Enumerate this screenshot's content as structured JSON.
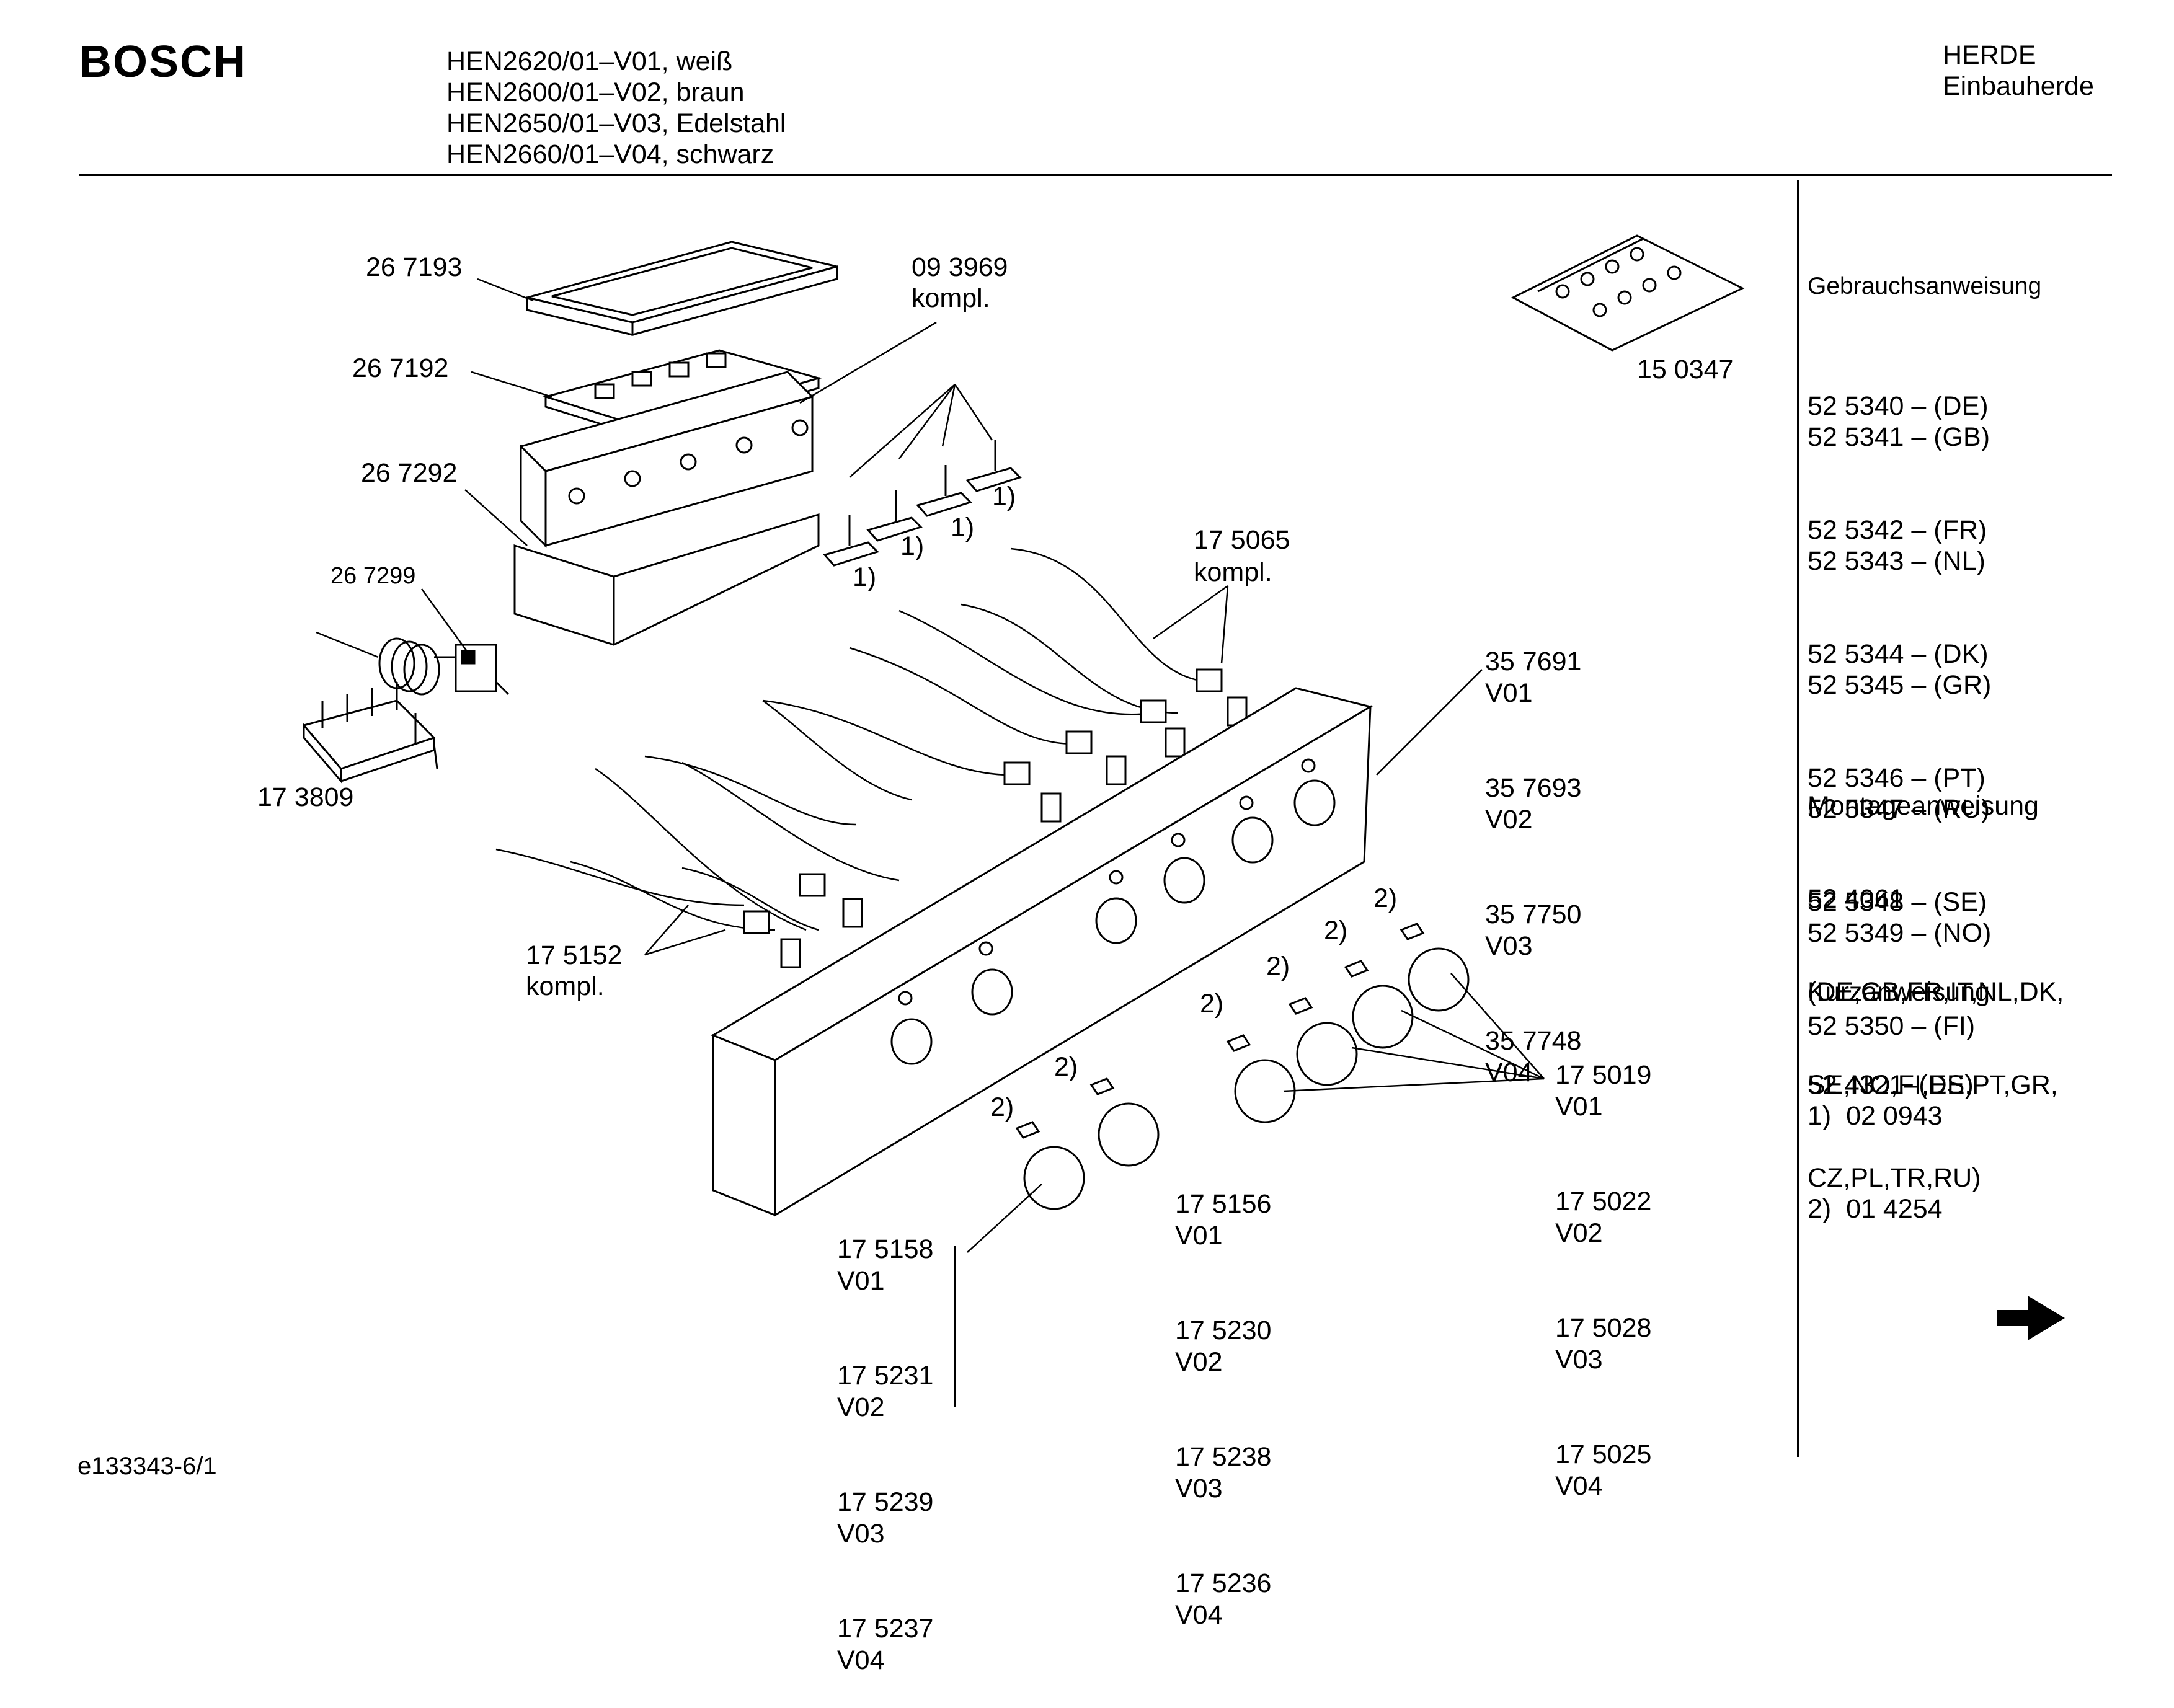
{
  "header": {
    "brand": "BOSCH",
    "models": [
      "HEN2620/01–V01, weiß",
      "HEN2600/01–V02, braun",
      "HEN2650/01–V03, Edelstahl",
      "HEN2660/01–V04, schwarz"
    ],
    "category": "HERDE",
    "subcategory": "Einbauherde"
  },
  "sidebar": {
    "manual_title": "Gebrauchsanweisung",
    "manual_codes": [
      "52 5340 – (DE)",
      "52 5341 – (GB)",
      "52 5342 – (FR)",
      "52 5343 – (NL)",
      "52 5344 – (DK)",
      "52 5345 – (GR)",
      "52 5346 – (PT)",
      "52 5347 – (RU)",
      "52 5348 – (SE)",
      "52 5349 – (NO)",
      "52 5350 – (FI)"
    ],
    "assembly_title": "Montageanweisung",
    "assembly_code": "52 4061",
    "assembly_langs": [
      "(DE,GB,FR,IT,NL,DK,",
      "SE,NO,FI,ES,PT,GR,",
      "CZ,PL,TR,RU)"
    ],
    "short_title": "Kurzanweisung",
    "short_code": "52 4321–(DE)",
    "footnotes": [
      "1)  02 0943",
      "2)  01 4254"
    ],
    "next_page_icon": "arrow-right-icon"
  },
  "parts": {
    "p267193": "26 7193",
    "p267192": "26 7192",
    "p267292": "26 7292",
    "p267299": "26 7299",
    "p173809": "17 3809",
    "p093969": [
      "09 3969",
      "kompl."
    ],
    "p150347": "15 0347",
    "p175065": [
      "17 5065",
      "kompl."
    ],
    "p175152": [
      "17 5152",
      "kompl."
    ],
    "panel": [
      "35 7691",
      "V01",
      "35 7693",
      "V02",
      "35 7750",
      "V03",
      "35 7748",
      "V04"
    ],
    "knobs_right": [
      "17 5019",
      "V01",
      "17 5022",
      "V02",
      "17 5028",
      "V03",
      "17 5025",
      "V04"
    ],
    "knobs_mid": [
      "17 5156",
      "V01",
      "17 5230",
      "V02",
      "17 5238",
      "V03",
      "17 5236",
      "V04"
    ],
    "knobs_left": [
      "17 5158",
      "V01",
      "17 5231",
      "V02",
      "17 5239",
      "V03",
      "17 5237",
      "V04"
    ],
    "note1": "1)",
    "note2": "2)"
  },
  "footer": {
    "drawing_id": "e133343-6/1"
  }
}
